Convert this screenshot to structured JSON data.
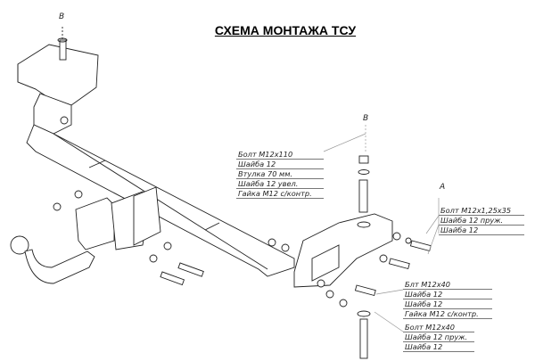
{
  "title": "СХЕМА МОНТАЖА ТСУ",
  "view_marks": {
    "b_top": "В",
    "b_right": "В",
    "a": "А"
  },
  "callouts": [
    {
      "id": "central",
      "items": [
        "Болт М12х110",
        "Шайба 12",
        "Втулка 70 мм.",
        "Шайба 12 увел.",
        "Гайка М12 с/контр."
      ]
    },
    {
      "id": "side-a",
      "items": [
        "Болт М12х1,25х35",
        "Шайба 12 пруж.",
        "Шайба 12"
      ]
    },
    {
      "id": "bracket",
      "items": [
        "Блт М12х40",
        "Шайба 12",
        "Шайба 12",
        "Гайка М12 с/контр."
      ]
    },
    {
      "id": "bottom",
      "items": [
        "Болт М12х40",
        "Шайба 12 пруж.",
        "Шайба 12"
      ]
    }
  ]
}
